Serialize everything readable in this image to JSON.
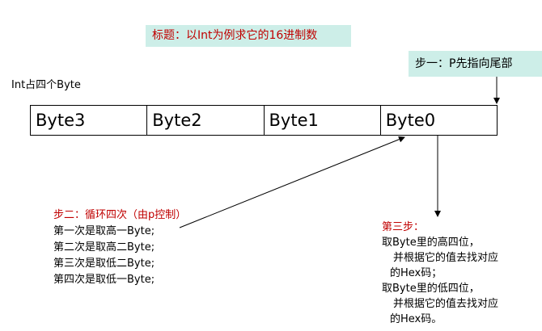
{
  "title": "标题：以Int为例求它的16进制数",
  "int_label": "Int占四个Byte",
  "step1": "步一：P先指向尾部",
  "bytes": [
    "Byte3",
    "Byte2",
    "Byte1",
    "Byte0"
  ],
  "step2": {
    "heading": "步二：循环四次（由p控制）",
    "lines": [
      "第一次是取高一Byte;",
      "第二次是取高二Byte;",
      "第三次是取低二Byte;",
      "第四次是取低一Byte;"
    ]
  },
  "step3": {
    "heading": "第三步：",
    "lines": [
      "取Byte里的高四位，",
      "并根据它的值去找对应",
      "的Hex码；",
      "取Byte里的低四位，",
      "并根据它的值去找对应",
      "的Hex码。"
    ]
  }
}
